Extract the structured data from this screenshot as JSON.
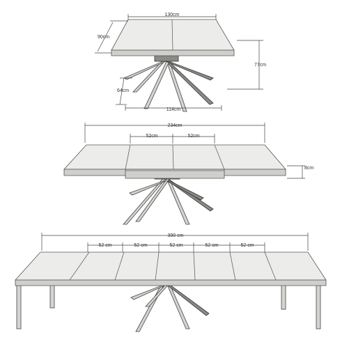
{
  "views": [
    {
      "id": "closed",
      "dimensions": {
        "width": "130cm",
        "depth": "90cm",
        "height": "77cm",
        "knee_height": "64cm",
        "leg_span": "114cm"
      }
    },
    {
      "id": "extended-two-leaves",
      "dimensions": {
        "total_length": "234cm",
        "leaf_1": "52cm",
        "leaf_2": "52cm",
        "top_thickness": "8cm"
      }
    },
    {
      "id": "extended-five-leaves",
      "dimensions": {
        "total_length": "390 cm",
        "leaf_1": "52 cm",
        "leaf_2": "52 cm",
        "leaf_3": "52 cm",
        "leaf_4": "52 cm",
        "leaf_5": "52 cm"
      }
    }
  ]
}
